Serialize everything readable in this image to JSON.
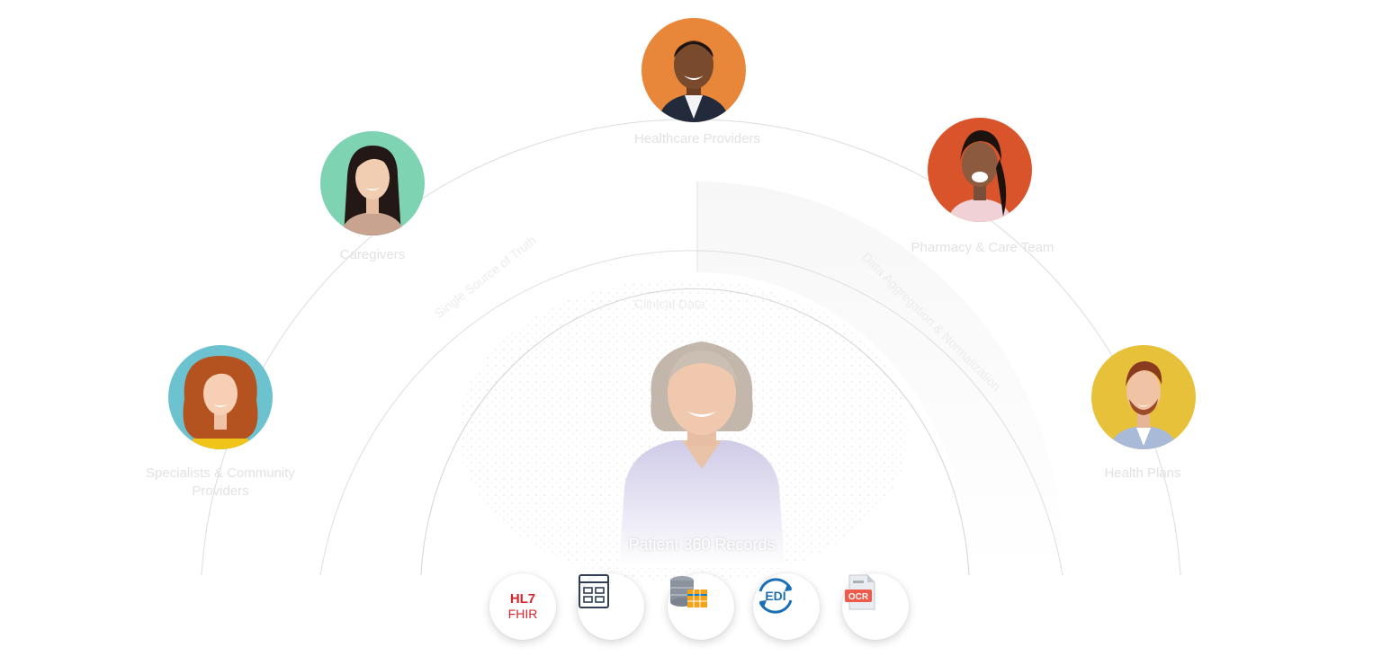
{
  "colors": {
    "ring_line": "#dcdcdc",
    "avatar_top": "#e8873a",
    "avatar_left_upper": "#7dd3b2",
    "avatar_left_lower": "#6cc3cf",
    "avatar_right_upper": "#d9542a",
    "avatar_right_lower": "#e8c13a"
  },
  "avatars": [
    {
      "key": "top",
      "icon": "physician-avatar",
      "label": "Healthcare Providers"
    },
    {
      "key": "left_upper",
      "icon": "caregiver-avatar",
      "label": "Caregivers"
    },
    {
      "key": "right_upper",
      "icon": "pharmacist-avatar",
      "label": "Pharmacy & Care Team"
    },
    {
      "key": "left_lower",
      "icon": "specialist-avatar",
      "label": "Specialists & Community Providers"
    },
    {
      "key": "right_lower",
      "icon": "payer-avatar",
      "label": "Health Plans"
    }
  ],
  "ring_texts": {
    "middle_left": "Single Source of Truth",
    "middle_right": "Data Aggregation & Normalization",
    "inner_top": "Clinical Data"
  },
  "patient": {
    "label": "Patient 360 Records"
  },
  "sources": [
    {
      "name": "hl7-fhir",
      "top": "HL7",
      "bottom": "FHIR",
      "icon": "hl7-fhir-icon"
    },
    {
      "name": "form",
      "icon": "form-icon"
    },
    {
      "name": "database",
      "icon": "database-icon"
    },
    {
      "name": "edi",
      "text": "EDI",
      "icon": "edi-icon"
    },
    {
      "name": "ocr",
      "text": "OCR",
      "icon": "ocr-icon"
    }
  ]
}
